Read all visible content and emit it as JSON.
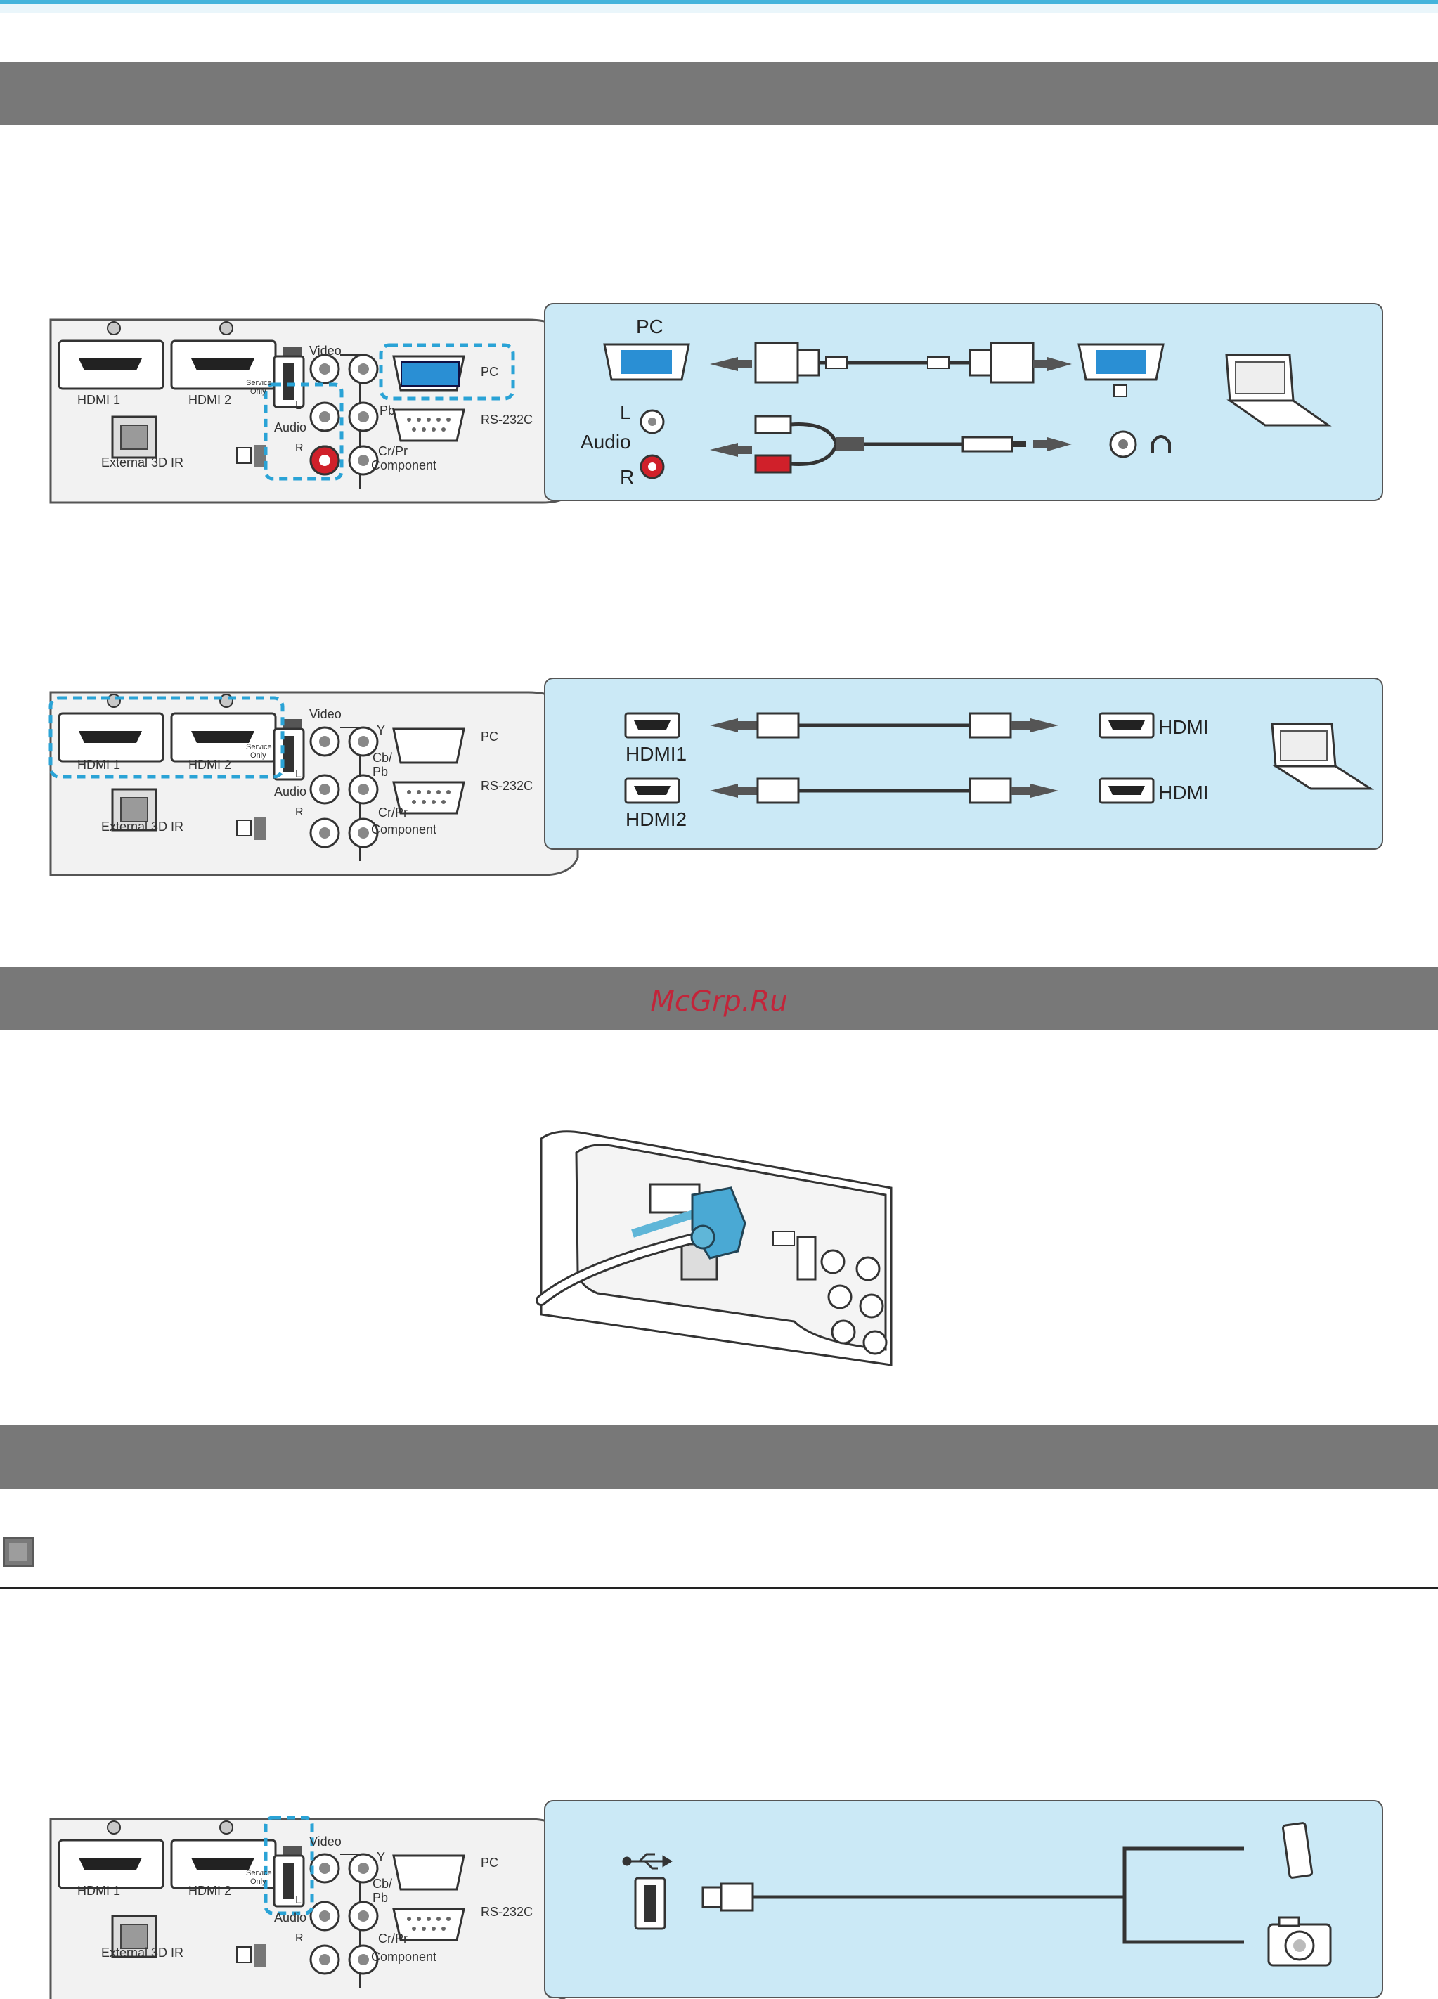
{
  "watermark": "McGrp.Ru",
  "panel": {
    "hdmi1": "HDMI 1",
    "hdmi2": "HDMI 2",
    "service": "Service",
    "only": "Only",
    "video": "Video",
    "audio": "Audio",
    "l": "L",
    "r": "R",
    "y": "Y",
    "cb_pb": "Cb/",
    "pb": "Pb",
    "cr_pr": "Cr/Pr",
    "component": "Component",
    "pc": "PC",
    "rs232c": "RS-232C",
    "external_3d_ir": "External 3D IR"
  },
  "diagram1": {
    "pc_label": "PC",
    "audio_label": "Audio",
    "l": "L",
    "r": "R"
  },
  "diagram2": {
    "hdmi1": "HDMI1",
    "hdmi2": "HDMI2",
    "hdmi_a": "HDMI",
    "hdmi_b": "HDMI"
  },
  "colors": {
    "accent_cyan": "#cbe9f6",
    "band_gray": "#787878",
    "highlight": "#2aa3d6",
    "audio_red": "#d0202a"
  }
}
